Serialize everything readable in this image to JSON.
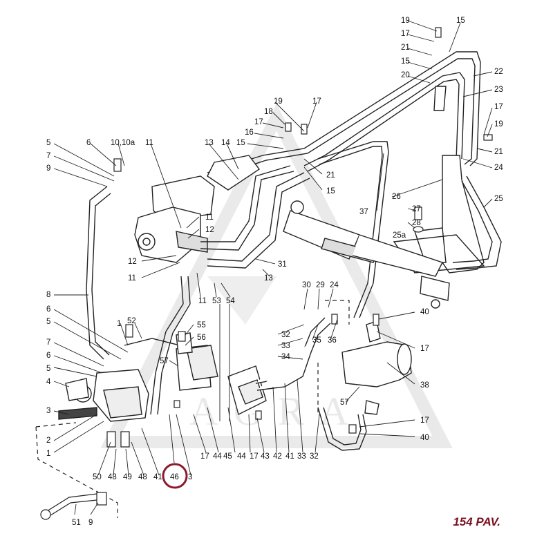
{
  "page_code": "154 PAV.",
  "watermark": "AGRA",
  "highlight": {
    "label": "46",
    "color": "#8b1a2a"
  },
  "callouts": [
    "19",
    "15",
    "17",
    "21",
    "15",
    "20",
    "22",
    "23",
    "17",
    "19",
    "21",
    "24",
    "25",
    "26",
    "27",
    "28",
    "25a",
    "37",
    "19",
    "17",
    "18",
    "17",
    "16",
    "15",
    "21",
    "15",
    "13",
    "14",
    "6",
    "10,10a",
    "11",
    "5",
    "7",
    "9",
    "11",
    "12",
    "12",
    "11",
    "11",
    "53",
    "54",
    "31",
    "13",
    "8",
    "30",
    "29",
    "24",
    "32",
    "33",
    "34",
    "35",
    "36",
    "40",
    "17",
    "38",
    "57",
    "17",
    "40",
    "1",
    "52",
    "55",
    "56",
    "57",
    "6",
    "5",
    "7",
    "6",
    "5",
    "4",
    "3",
    "2",
    "1",
    "50",
    "48",
    "49",
    "48",
    "41",
    "46",
    "3",
    "17",
    "44",
    "44",
    "17",
    "43",
    "42",
    "41",
    "33",
    "32",
    "51",
    "9",
    "45"
  ]
}
